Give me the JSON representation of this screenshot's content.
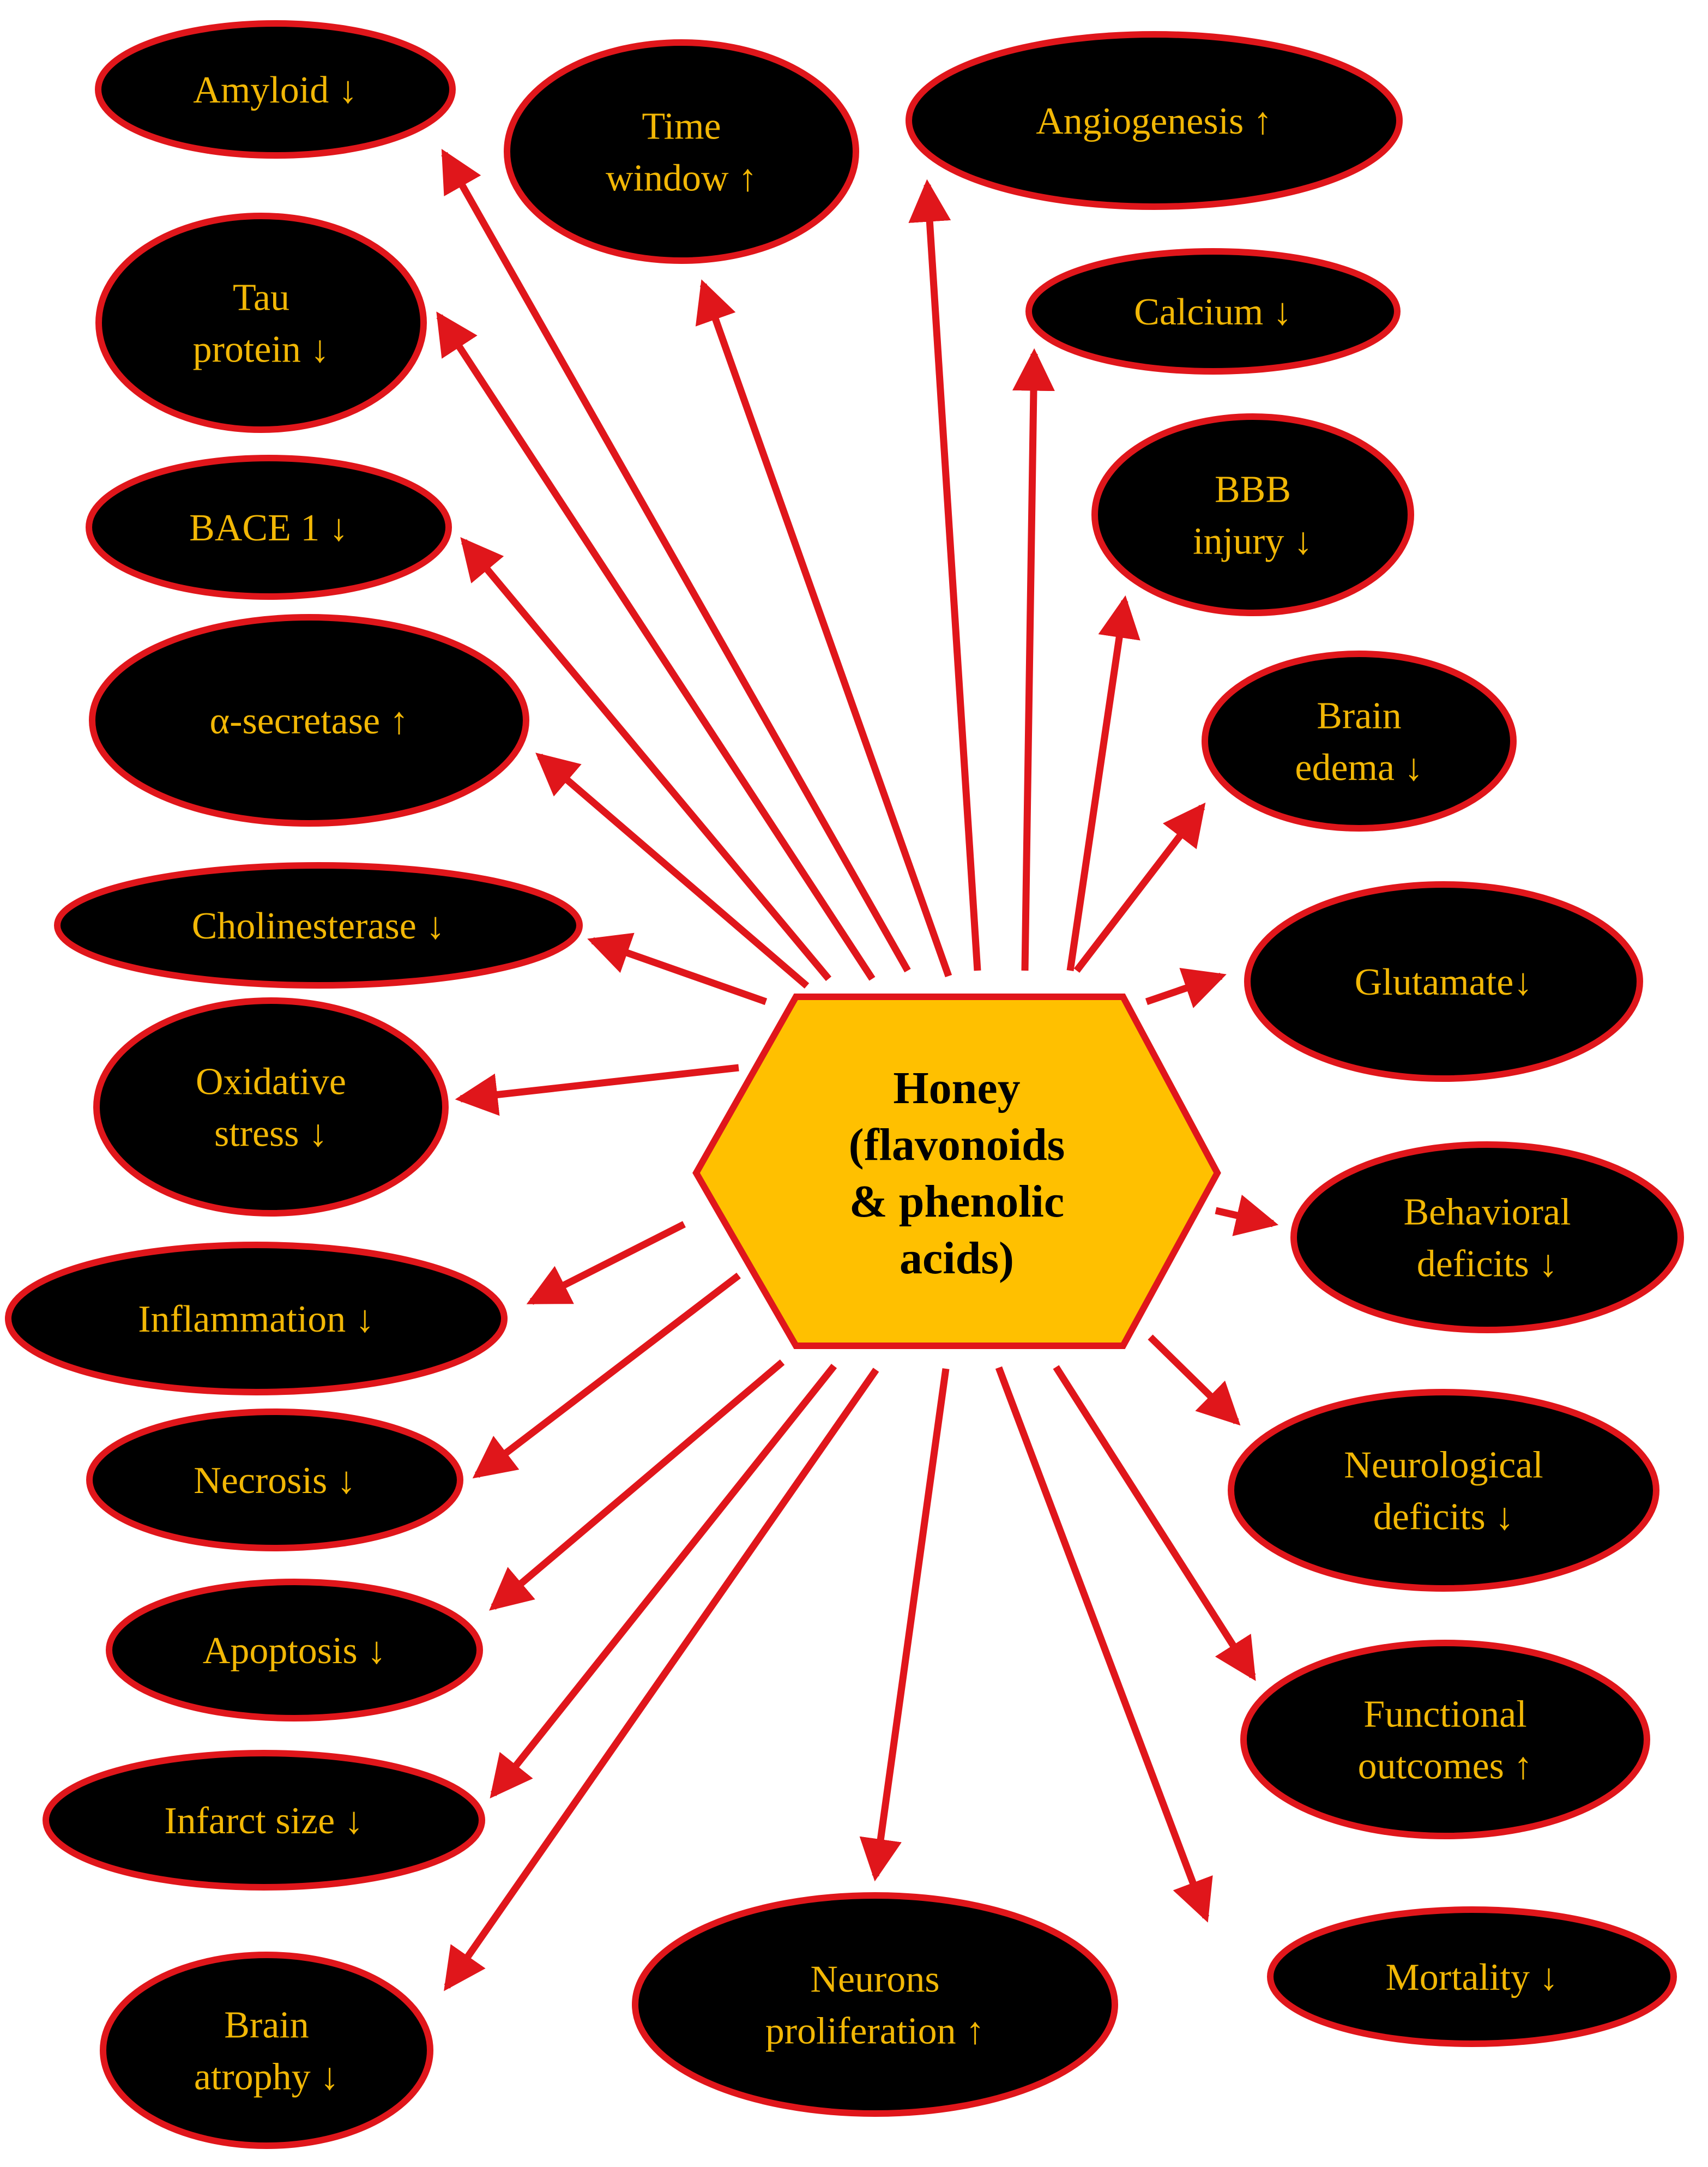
{
  "center": {
    "lines": [
      "Honey",
      "(flavonoids",
      "& phenolic",
      "acids)"
    ]
  },
  "effects": [
    {
      "id": "amyloid",
      "lines": [
        "Amyloid ↓"
      ]
    },
    {
      "id": "time-window",
      "lines": [
        "Time",
        "window ↑"
      ]
    },
    {
      "id": "angiogenesis",
      "lines": [
        "Angiogenesis ↑"
      ]
    },
    {
      "id": "calcium",
      "lines": [
        "Calcium ↓"
      ]
    },
    {
      "id": "tau-protein",
      "lines": [
        "Tau",
        "protein ↓"
      ]
    },
    {
      "id": "bbb-injury",
      "lines": [
        "BBB",
        "injury ↓"
      ]
    },
    {
      "id": "bace1",
      "lines": [
        "BACE 1 ↓"
      ]
    },
    {
      "id": "alpha-secretase",
      "lines": [
        "α-secretase ↑"
      ]
    },
    {
      "id": "brain-edema",
      "lines": [
        "Brain",
        "edema ↓"
      ]
    },
    {
      "id": "cholinesterase",
      "lines": [
        "Cholinesterase ↓"
      ]
    },
    {
      "id": "glutamate",
      "lines": [
        "Glutamate↓"
      ]
    },
    {
      "id": "oxidative-stress",
      "lines": [
        "Oxidative",
        "stress ↓"
      ]
    },
    {
      "id": "behavioral-deficits",
      "lines": [
        "Behavioral",
        "deficits ↓"
      ]
    },
    {
      "id": "inflammation",
      "lines": [
        "Inflammation ↓"
      ]
    },
    {
      "id": "neurological-deficits",
      "lines": [
        "Neurological",
        "deficits ↓"
      ]
    },
    {
      "id": "necrosis",
      "lines": [
        "Necrosis ↓"
      ]
    },
    {
      "id": "apoptosis",
      "lines": [
        "Apoptosis ↓"
      ]
    },
    {
      "id": "functional-outcomes",
      "lines": [
        "Functional",
        "outcomes ↑"
      ]
    },
    {
      "id": "infarct-size",
      "lines": [
        "Infarct size ↓"
      ]
    },
    {
      "id": "mortality",
      "lines": [
        "Mortality ↓"
      ]
    },
    {
      "id": "brain-atrophy",
      "lines": [
        "Brain",
        "atrophy ↓"
      ]
    },
    {
      "id": "neurons-proliferation",
      "lines": [
        "Neurons",
        "proliferation ↑"
      ]
    }
  ],
  "colors": {
    "node_fill": "#000000",
    "node_border": "#E0161B",
    "node_text": "#F2B705",
    "center_fill": "#FFC000",
    "center_border": "#E0161B",
    "center_text": "#000000",
    "arrow": "#E0161B"
  }
}
